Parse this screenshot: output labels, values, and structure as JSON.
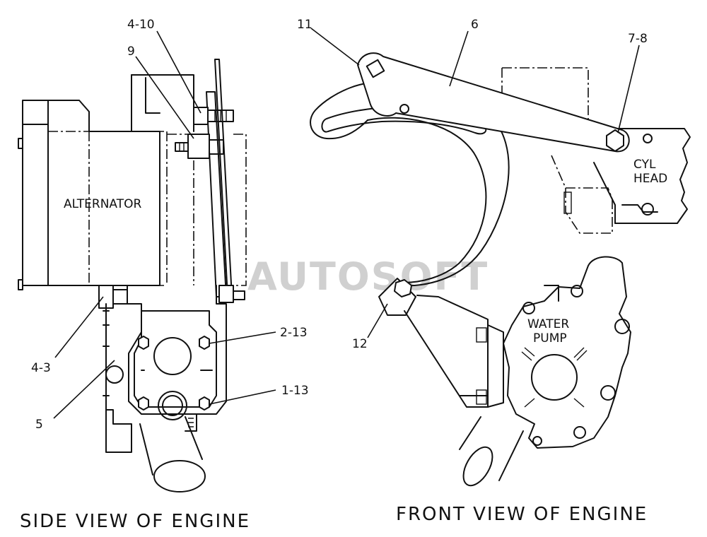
{
  "watermark": "AUTOSOFT",
  "side_view": {
    "caption": "SIDE VIEW OF ENGINE",
    "alternator_label": "ALTERNATOR",
    "callouts": {
      "c_4_10": "4-10",
      "c_9": "9",
      "c_4_3": "4-3",
      "c_5": "5",
      "c_2_13": "2-13",
      "c_1_13": "1-13"
    }
  },
  "front_view": {
    "caption": "FRONT VIEW OF ENGINE",
    "cyl_head_line1": "CYL",
    "cyl_head_line2": "HEAD",
    "water_pump_line1": "WATER",
    "water_pump_line2": "PUMP",
    "callouts": {
      "c_11": "11",
      "c_6": "6",
      "c_7_8": "7-8",
      "c_12": "12"
    }
  }
}
